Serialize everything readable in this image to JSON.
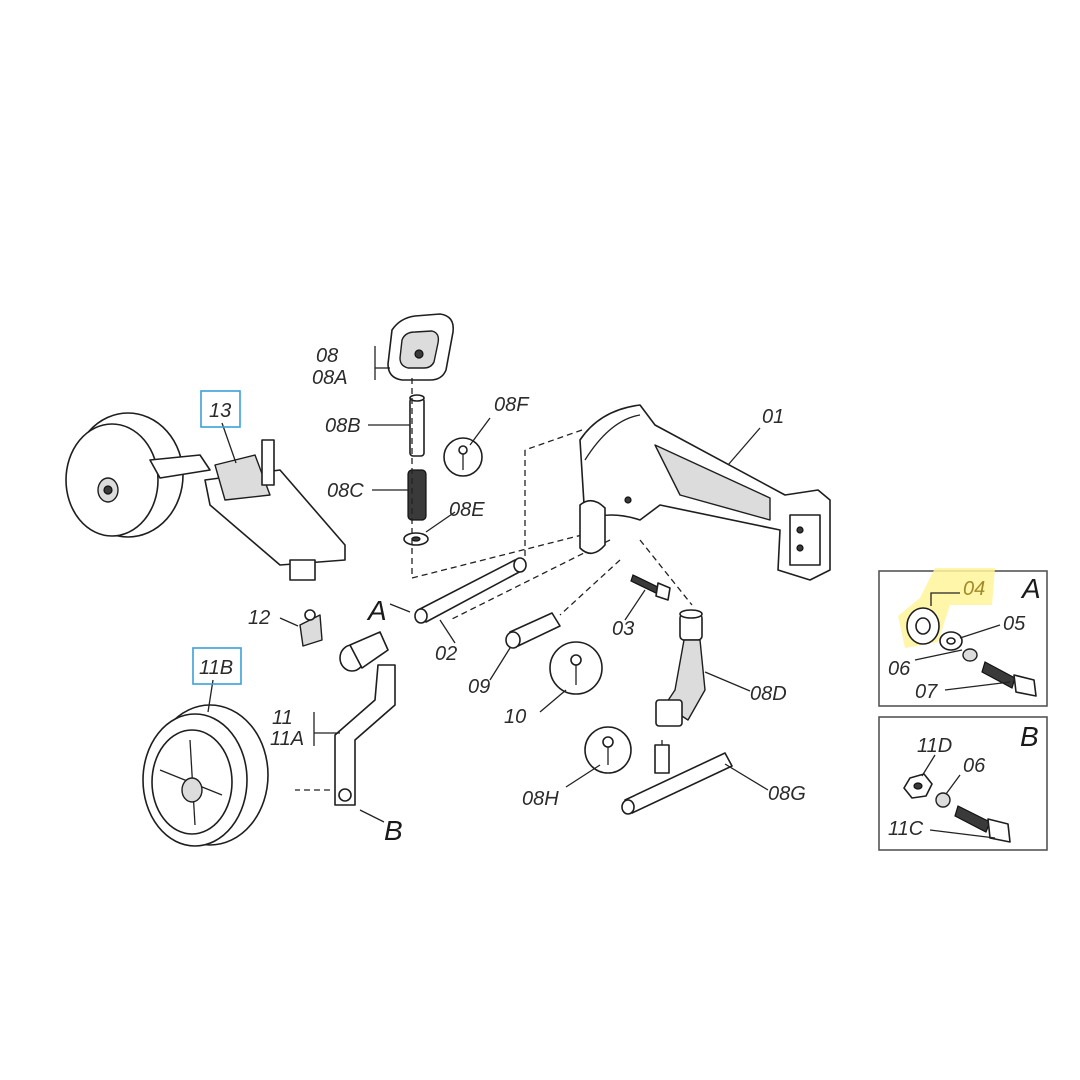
{
  "labels": {
    "p01": "01",
    "p02": "02",
    "p03": "03",
    "p08": "08",
    "p08A": "08A",
    "p08B": "08B",
    "p08C": "08C",
    "p08D": "08D",
    "p08E": "08E",
    "p08F": "08F",
    "p08G": "08G",
    "p08H": "08H",
    "p09": "09",
    "p10": "10",
    "p11": "11",
    "p11A": "11A",
    "p11B": "11B",
    "p12": "12",
    "p13": "13",
    "detailA": "A",
    "detailB": "B"
  },
  "detail_a": {
    "title": "A",
    "p04": "04",
    "p05": "05",
    "p06": "06",
    "p07": "07"
  },
  "detail_b": {
    "title": "B",
    "p11D": "11D",
    "p06": "06",
    "p11C": "11C"
  },
  "highlight": {
    "part": "04",
    "color": "#fff59a"
  },
  "boxed_labels": {
    "color": "#3aa0d8",
    "items": [
      "13",
      "11B"
    ]
  }
}
